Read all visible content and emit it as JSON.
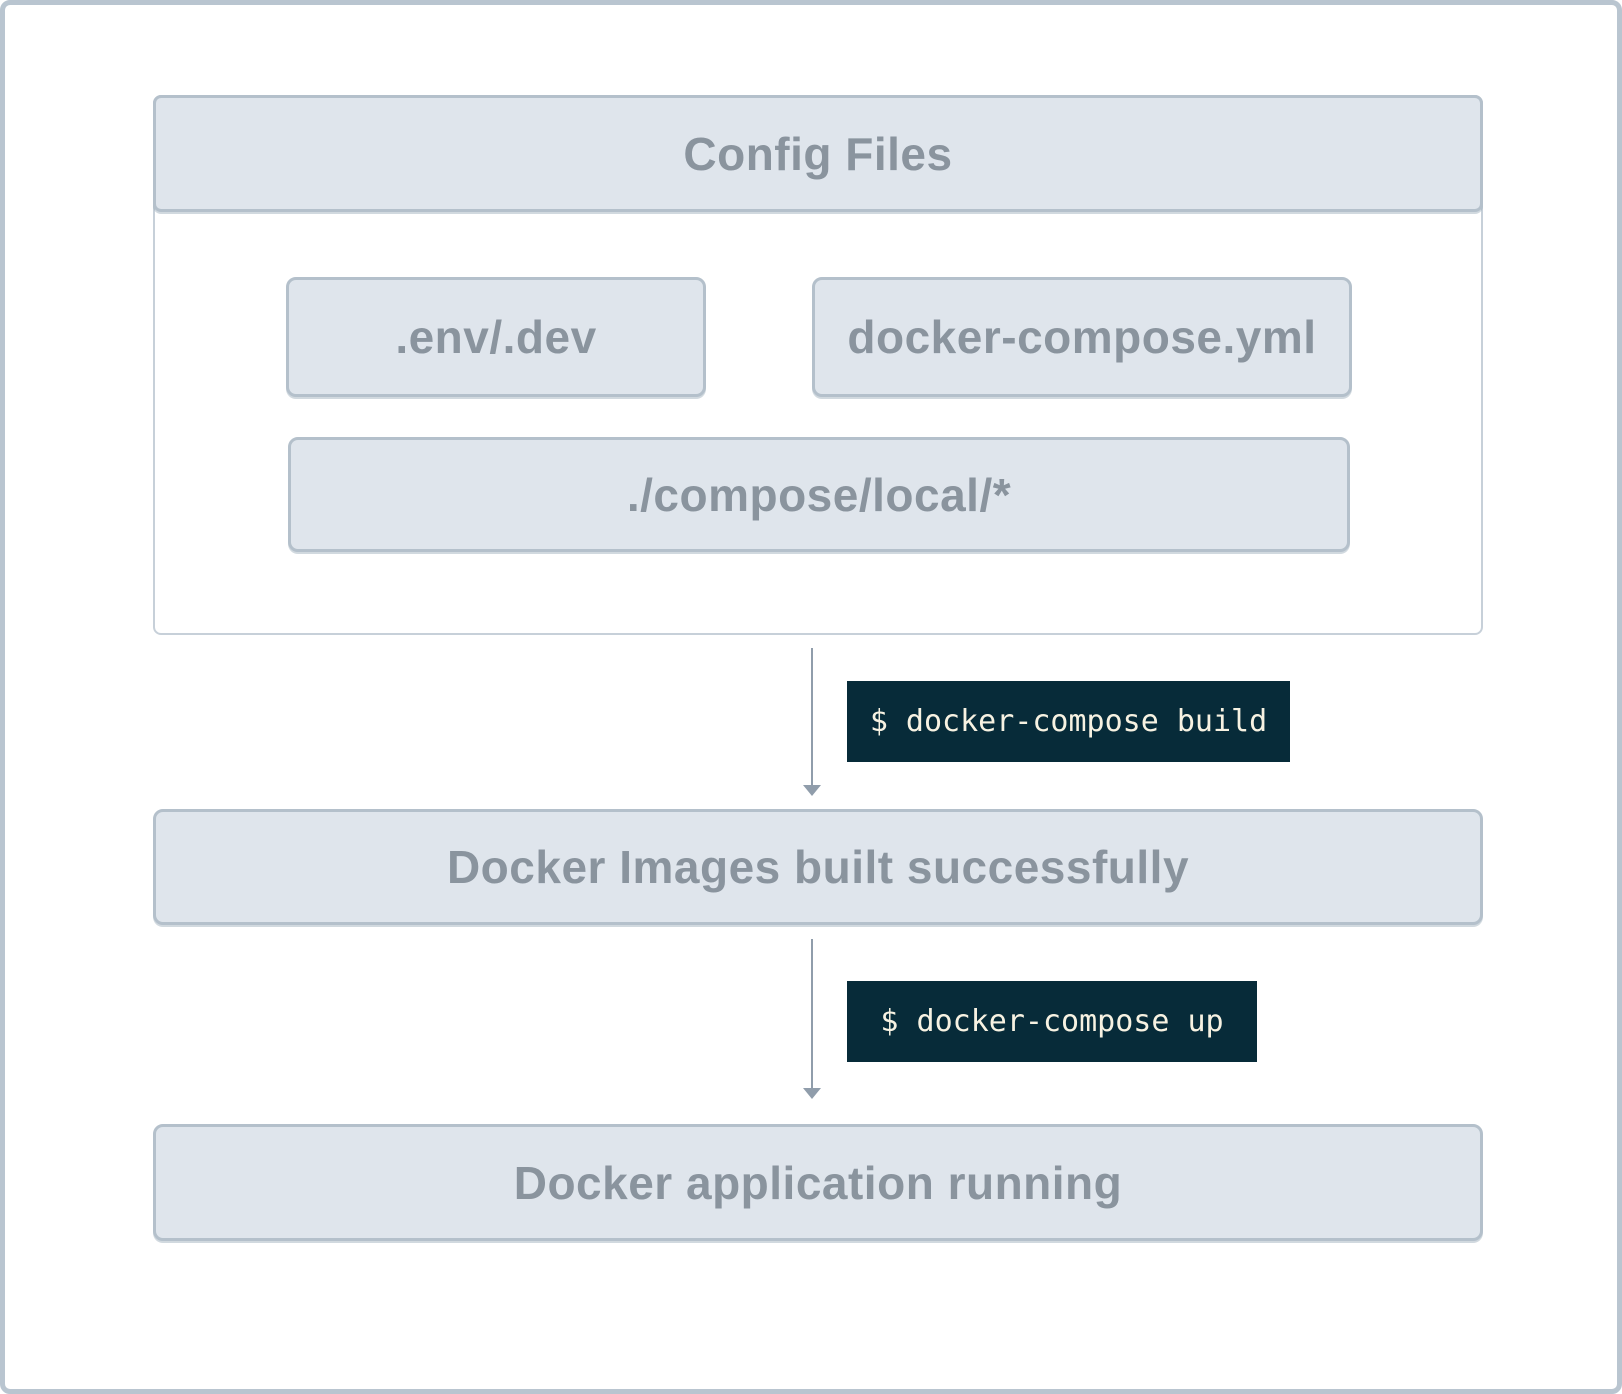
{
  "colors": {
    "page_border": "#b9c5d0",
    "group_border": "#c7d0d9",
    "node_fill": "#dfe5ec",
    "node_border": "#b4c0cb",
    "node_text": "#8a949e",
    "terminal_background": "#072b39",
    "terminal_text": "#f7f2e2",
    "arrow": "#909dab"
  },
  "diagram": {
    "config_group": {
      "title": "Config Files",
      "files": [
        {
          "label": ".env/.dev"
        },
        {
          "label": "docker-compose.yml"
        },
        {
          "label": "./compose/local/*"
        }
      ]
    },
    "steps": [
      {
        "command": "$ docker-compose build",
        "result": "Docker Images built successfully"
      },
      {
        "command": "$ docker-compose up",
        "result": "Docker application running"
      }
    ]
  }
}
